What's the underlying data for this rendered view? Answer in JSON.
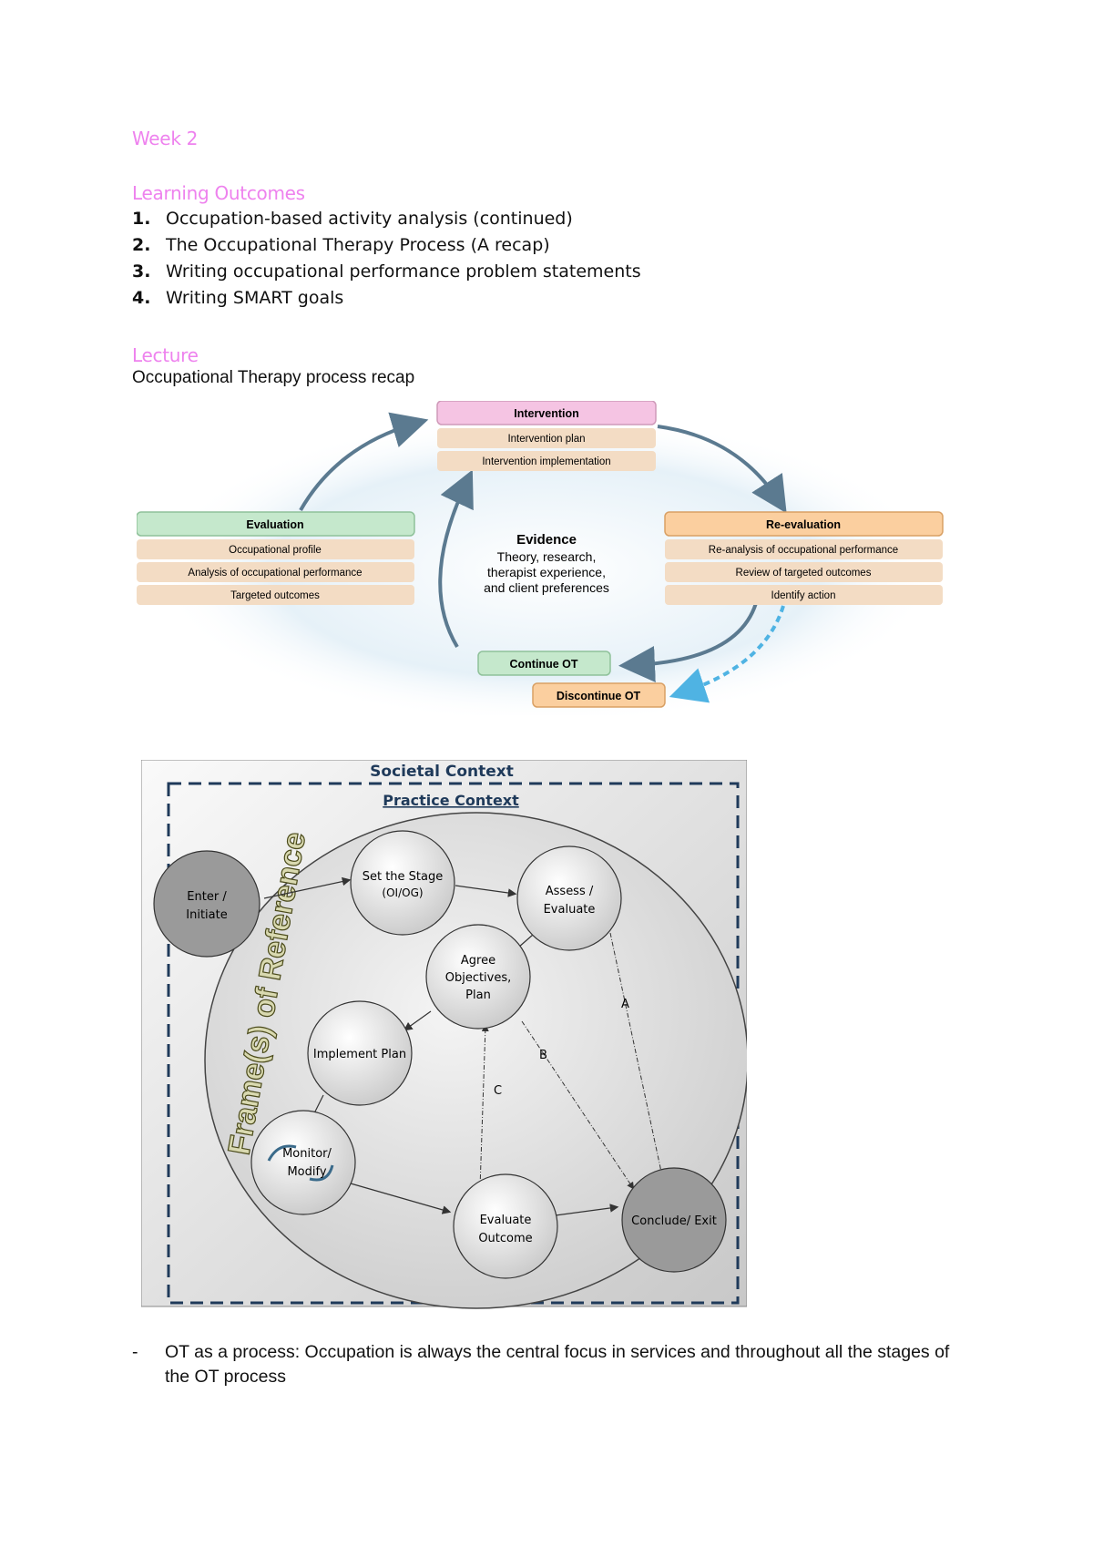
{
  "heading_week": "Week 2",
  "heading_outcomes": "Learning Outcomes",
  "outcomes": [
    {
      "num": "1.",
      "text": "Occupation-based activity analysis (continued)"
    },
    {
      "num": "2.",
      "text": "The Occupational Therapy Process (A recap)"
    },
    {
      "num": "3.",
      "text": "Writing occupational performance problem statements"
    },
    {
      "num": "4.",
      "text": "Writing SMART goals"
    }
  ],
  "heading_lecture": "Lecture",
  "lecture_caption": "Occupational Therapy process recap",
  "cycle_diagram": {
    "intervention": {
      "title": "Intervention",
      "items": [
        "Intervention plan",
        "Intervention implementation"
      ]
    },
    "evaluation": {
      "title": "Evaluation",
      "items": [
        "Occupational profile",
        "Analysis of occupational performance",
        "Targeted outcomes"
      ]
    },
    "reevaluation": {
      "title": "Re-evaluation",
      "items": [
        "Re-analysis of occupational performance",
        "Review of targeted outcomes",
        "Identify action"
      ]
    },
    "evidence": {
      "title": "Evidence",
      "lines": [
        "Theory, research,",
        "therapist experience,",
        "and client preferences"
      ]
    },
    "continue": "Continue OT",
    "discontinue": "Discontinue OT",
    "colors": {
      "intervention": "#f5c4e3",
      "evaluation": "#c5e8cc",
      "reevaluation": "#fbcf9f",
      "item": "#f3dcc4",
      "arrow": "#5b7a90"
    }
  },
  "process_diagram": {
    "societal": "Societal Context",
    "practice": "Practice Context",
    "frames": "Frame(s) of Reference",
    "enter": [
      "Enter /",
      "Initiate"
    ],
    "stage": [
      "Set the Stage",
      "(OI/OG)"
    ],
    "assess": [
      "Assess /",
      "Evaluate"
    ],
    "agree": [
      "Agree",
      "Objectives,",
      "Plan"
    ],
    "implement": "Implement Plan",
    "monitor": [
      "Monitor/",
      "Modify"
    ],
    "evaluate": [
      "Evaluate",
      "Outcome"
    ],
    "conclude": "Conclude/ Exit",
    "label_a": "A",
    "label_b": "B",
    "label_c": "C"
  },
  "bullet": {
    "dash": "-",
    "text": "OT as a process: Occupation is always the central focus in services and throughout all the stages of the OT process"
  }
}
